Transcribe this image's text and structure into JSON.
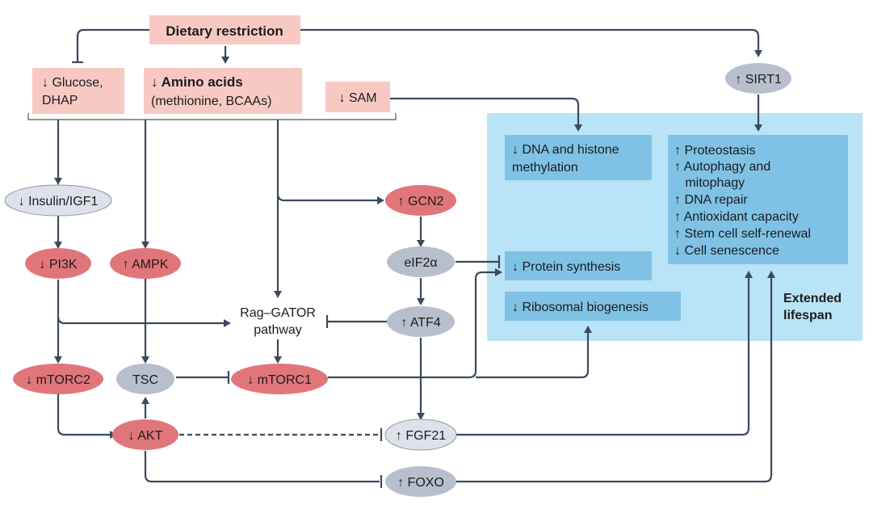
{
  "colors": {
    "pink_box": "#f8c9c3",
    "red_node": "#e1767a",
    "grey_node": "#b8bfcc",
    "light_node": "#dde2ea",
    "panel": "#b9e3f6",
    "inner_box": "#7fc2e6",
    "line": "#3b4a5c"
  },
  "inputs": {
    "dietary_restriction": "Dietary restriction",
    "glucose_line1": "↓ Glucose,",
    "glucose_line2": "DHAP",
    "amino_acids_line1": "↓ Amino acids",
    "amino_acids_line2": "(methionine, BCAAs)",
    "sam": "↓ SAM"
  },
  "nodes": {
    "insulin_igf1": "↓ Insulin/IGF1",
    "pi3k": "↓ PI3K",
    "ampk": "↑ AMPK",
    "mtorc2": "↓ mTORC2",
    "tsc": "TSC",
    "mtorc1": "↓ mTORC1",
    "akt": "↓ AKT",
    "gcn2": "↑ GCN2",
    "eif2a": "eIF2α",
    "atf4": "↑ ATF4",
    "fgf21": "↑ FGF21",
    "foxo": "↑ FOXO",
    "sirt1": "↑ SIRT1",
    "rag_gator_line1": "Rag–GATOR",
    "rag_gator_line2": "pathway"
  },
  "outcomes": {
    "dna_methylation_line1": "↓ DNA and histone",
    "dna_methylation_line2": "methylation",
    "protein_synthesis": "↓ Protein synthesis",
    "ribosomal_biogenesis": "↓ Ribosomal biogenesis",
    "benefits": [
      "↑ Proteostasis",
      "↑ Autophagy and",
      "   mitophagy",
      "↑ DNA repair",
      "↑ Antioxidant capacity",
      "↑ Stem cell self-renewal",
      "↓ Cell senescence"
    ],
    "extended_lifespan_line1": "Extended",
    "extended_lifespan_line2": "lifespan"
  }
}
